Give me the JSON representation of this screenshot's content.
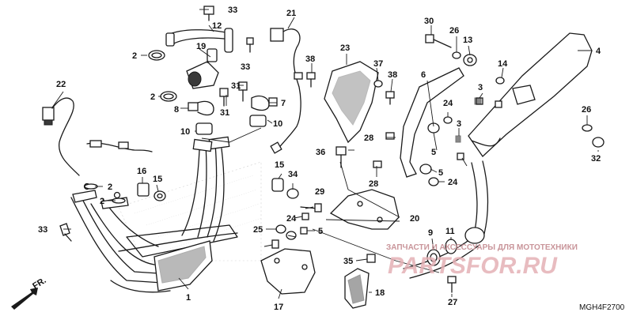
{
  "watermark": {
    "caption": "ЗАПЧАСТИ И АКСЕССУАРЫ ДЛЯ МОТОТЕХНИКИ",
    "brand": "PARTSFOR.RU",
    "color": "#e7b9bd"
  },
  "diagram_code": "MGH4F2700",
  "front_marker": "FR.",
  "callouts": [
    {
      "id": "c1",
      "text": "1"
    },
    {
      "id": "c2a",
      "text": "2"
    },
    {
      "id": "c2b",
      "text": "2"
    },
    {
      "id": "c2c",
      "text": "2"
    },
    {
      "id": "c2d",
      "text": "2"
    },
    {
      "id": "c3a",
      "text": "3"
    },
    {
      "id": "c3b",
      "text": "3"
    },
    {
      "id": "c4",
      "text": "4"
    },
    {
      "id": "c5a",
      "text": "5"
    },
    {
      "id": "c5b",
      "text": "5"
    },
    {
      "id": "c5c",
      "text": "5"
    },
    {
      "id": "c6",
      "text": "6"
    },
    {
      "id": "c7",
      "text": "7"
    },
    {
      "id": "c8",
      "text": "8"
    },
    {
      "id": "c9",
      "text": "9"
    },
    {
      "id": "c10a",
      "text": "10"
    },
    {
      "id": "c10b",
      "text": "10"
    },
    {
      "id": "c11",
      "text": "11"
    },
    {
      "id": "c12",
      "text": "12"
    },
    {
      "id": "c13",
      "text": "13"
    },
    {
      "id": "c14",
      "text": "14"
    },
    {
      "id": "c15a",
      "text": "15"
    },
    {
      "id": "c15b",
      "text": "15"
    },
    {
      "id": "c16",
      "text": "16"
    },
    {
      "id": "c17",
      "text": "17"
    },
    {
      "id": "c18",
      "text": "18"
    },
    {
      "id": "c19",
      "text": "19"
    },
    {
      "id": "c20",
      "text": "20"
    },
    {
      "id": "c21",
      "text": "21"
    },
    {
      "id": "c22",
      "text": "22"
    },
    {
      "id": "c23",
      "text": "23"
    },
    {
      "id": "c24a",
      "text": "24"
    },
    {
      "id": "c24b",
      "text": "24"
    },
    {
      "id": "c24c",
      "text": "24"
    },
    {
      "id": "c25",
      "text": "25"
    },
    {
      "id": "c26a",
      "text": "26"
    },
    {
      "id": "c26b",
      "text": "26"
    },
    {
      "id": "c27",
      "text": "27"
    },
    {
      "id": "c28a",
      "text": "28"
    },
    {
      "id": "c28b",
      "text": "28"
    },
    {
      "id": "c29",
      "text": "29"
    },
    {
      "id": "c30",
      "text": "30"
    },
    {
      "id": "c31a",
      "text": "31"
    },
    {
      "id": "c31b",
      "text": "31"
    },
    {
      "id": "c32",
      "text": "32"
    },
    {
      "id": "c33a",
      "text": "33"
    },
    {
      "id": "c33b",
      "text": "33"
    },
    {
      "id": "c33c",
      "text": "33"
    },
    {
      "id": "c34",
      "text": "34"
    },
    {
      "id": "c35",
      "text": "35"
    },
    {
      "id": "c36",
      "text": "36"
    },
    {
      "id": "c37",
      "text": "37"
    },
    {
      "id": "c38a",
      "text": "38"
    },
    {
      "id": "c38b",
      "text": "38"
    }
  ]
}
